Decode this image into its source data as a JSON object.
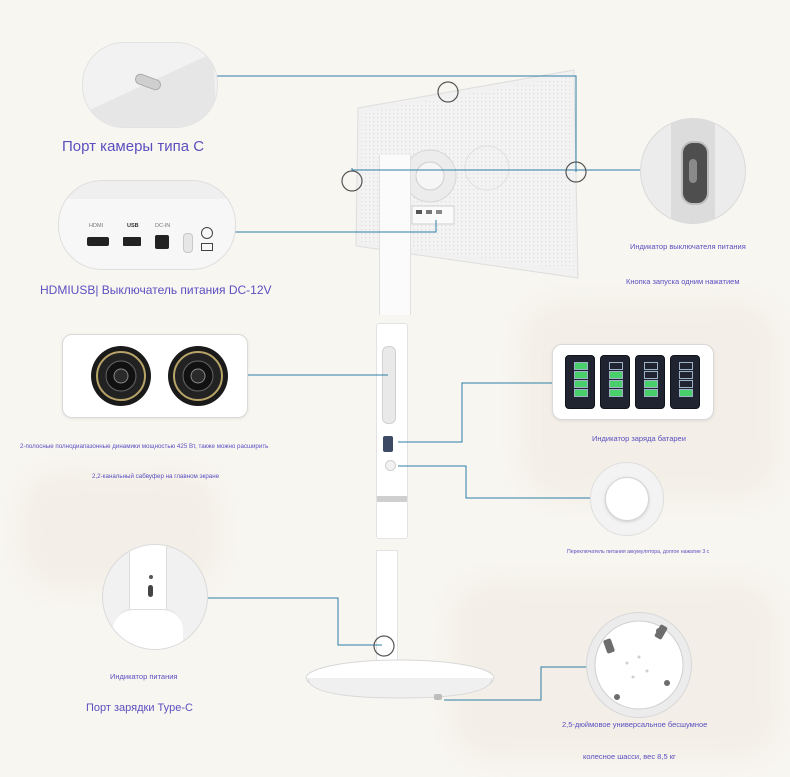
{
  "labels": {
    "camera_port": "Порт камеры типа C",
    "ports_row": "HDMIUSB| Выключатель питания DC-12V",
    "power_switch_indicator": "Индикатор выключателя питания",
    "one_touch_button": "Кнопка запуска одним нажатием",
    "speakers_line1": "2-полосные полнодиапазонные динамики мощностью 425 Вт, также можно расширить",
    "speakers_line2": "2,2-канальный сабвуфер на главном экране",
    "battery_indicator": "Индикатор заряда батареи",
    "battery_switch": "Переключатель питания аккумулятора, долгое нажатие 3 с",
    "power_indicator": "Индикатор питания",
    "typec_charge_port": "Порт зарядки Type-C",
    "chassis_line1": "2,5-дюймовое универсальное бесшумное",
    "chassis_line2": "колесное шасси, вес 8,5 кг"
  },
  "port_panel": {
    "hdmi": "HDMI",
    "usb": "USB",
    "dc": "DC-IN"
  },
  "battery_levels": [
    1.0,
    0.75,
    0.5,
    0.25
  ],
  "colors": {
    "label_text": "#5b4fc0",
    "callout_line": "#2d7fa6",
    "background": "#f8f6f1",
    "device_white": "#ffffff",
    "battery_green": "#4ad06a"
  }
}
